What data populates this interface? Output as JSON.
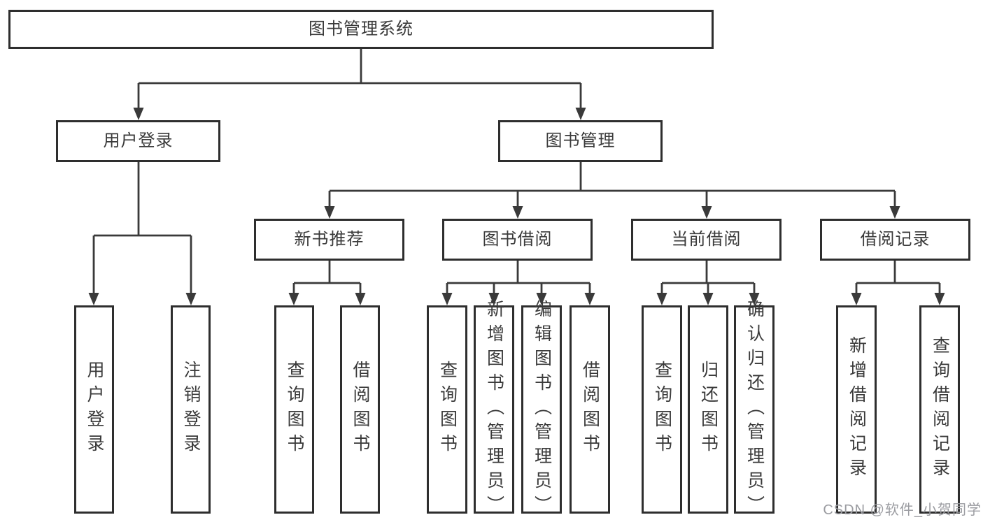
{
  "root": {
    "label": "图书管理系统"
  },
  "branches": {
    "user_login": {
      "label": "用户登录",
      "children": [
        "用户登录",
        "注销登录"
      ]
    },
    "book_management": {
      "label": "图书管理",
      "children": {
        "new_book_recommend": {
          "label": "新书推荐",
          "children": [
            "查询图书",
            "借阅图书"
          ]
        },
        "book_borrowing": {
          "label": "图书借阅",
          "children": [
            "查询图书",
            "新增图书（管理员）",
            "编辑图书（管理员）",
            "借阅图书"
          ]
        },
        "current_borrowing": {
          "label": "当前借阅",
          "children": [
            "查询图书",
            "归还图书",
            "确认归还（管理员）"
          ]
        },
        "borrowing_records": {
          "label": "借阅记录",
          "children": [
            "新增借阅记录",
            "查询借阅记录"
          ]
        }
      }
    }
  },
  "watermark": {
    "text": "CSDN @软件_小贺同学"
  },
  "colors": {
    "line": "#3a3a3a",
    "box_border": "#2e2e2e",
    "text": "#3a3a3a",
    "watermark": "#9b9ca1",
    "background": "#ffffff"
  }
}
